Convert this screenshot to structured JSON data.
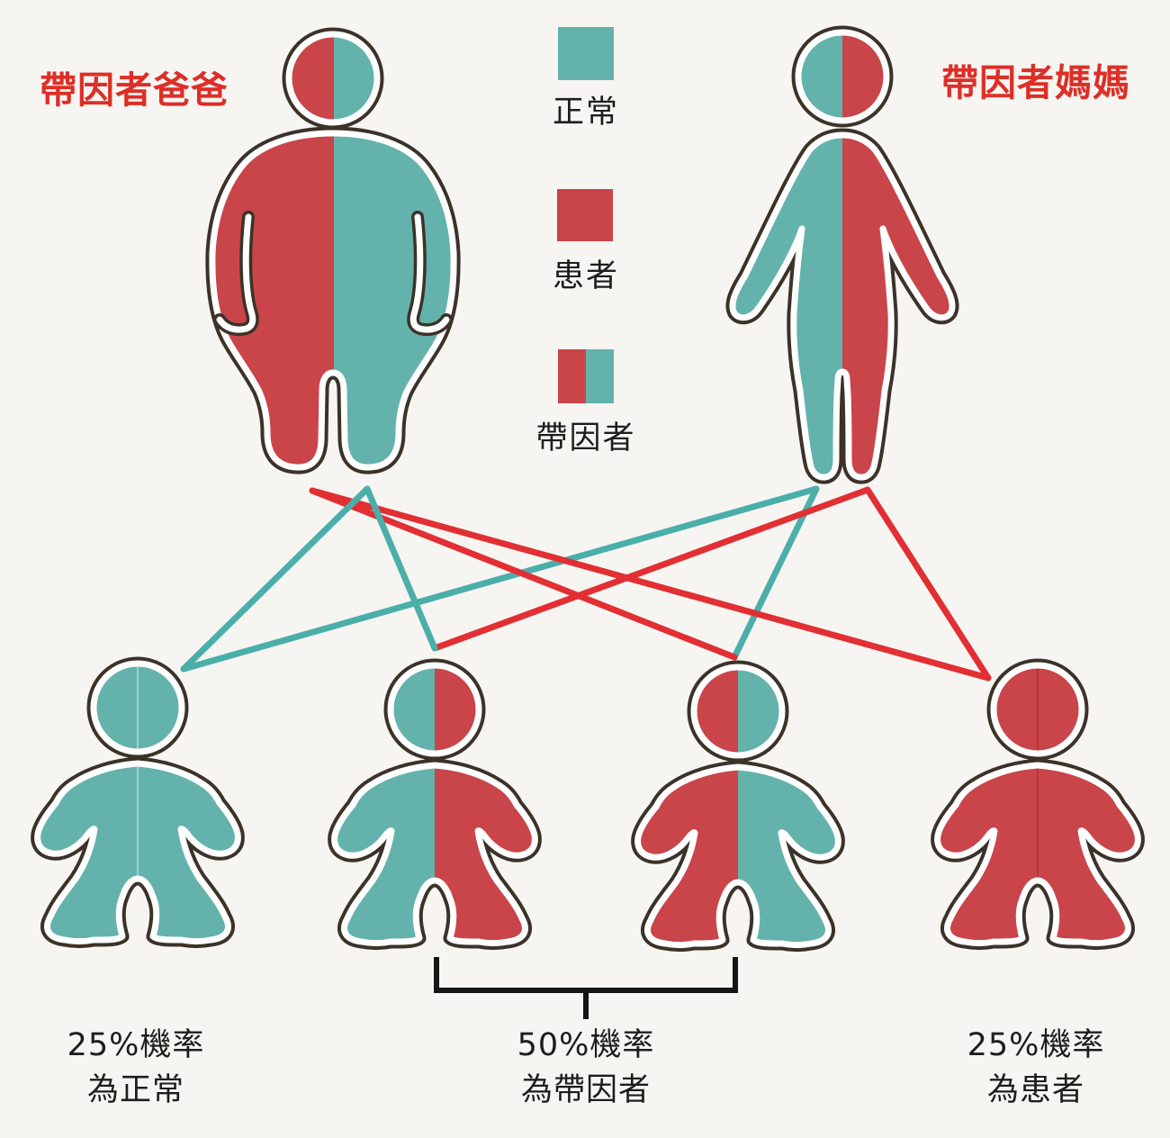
{
  "colors": {
    "background": "#f6f5f2",
    "teal": "#64b2ac",
    "red": "#c9454a",
    "outline": "#3b3228",
    "line-teal": "#4bafa9",
    "line-red": "#e22f33",
    "label-red": "#dc2f27",
    "text": "#1d1d1d",
    "bracket": "#151515"
  },
  "labels": {
    "father": "帶因者爸爸",
    "mother": "帶因者媽媽"
  },
  "legend": {
    "items": [
      {
        "swatch": "normal-teal",
        "label": "正常"
      },
      {
        "swatch": "affected-red",
        "label": "患者"
      },
      {
        "swatch": "carrier-half",
        "label": "帶因者"
      }
    ]
  },
  "parents": [
    {
      "id": "father",
      "genotype": "carrier",
      "left_half": "red",
      "right_half": "teal"
    },
    {
      "id": "mother",
      "genotype": "carrier",
      "left_half": "teal",
      "right_half": "red"
    }
  ],
  "children": [
    {
      "id": "baby-1",
      "genotype": "normal",
      "left_half": "teal",
      "right_half": "teal"
    },
    {
      "id": "baby-2",
      "genotype": "carrier",
      "left_half": "teal",
      "right_half": "red"
    },
    {
      "id": "baby-3",
      "genotype": "carrier",
      "left_half": "red",
      "right_half": "teal"
    },
    {
      "id": "baby-4",
      "genotype": "affected",
      "left_half": "red",
      "right_half": "red"
    }
  ],
  "connections": [
    {
      "from": "father",
      "allele": "normal",
      "color": "teal",
      "to": "baby-1"
    },
    {
      "from": "father",
      "allele": "normal",
      "color": "teal",
      "to": "baby-2"
    },
    {
      "from": "father",
      "allele": "disease",
      "color": "red",
      "to": "baby-3"
    },
    {
      "from": "father",
      "allele": "disease",
      "color": "red",
      "to": "baby-4"
    },
    {
      "from": "mother",
      "allele": "normal",
      "color": "teal",
      "to": "baby-1"
    },
    {
      "from": "mother",
      "allele": "normal",
      "color": "teal",
      "to": "baby-3"
    },
    {
      "from": "mother",
      "allele": "disease",
      "color": "red",
      "to": "baby-2"
    },
    {
      "from": "mother",
      "allele": "disease",
      "color": "red",
      "to": "baby-4"
    }
  ],
  "outcomes": [
    {
      "probability": "25%機率",
      "result": "為正常"
    },
    {
      "probability": "50%機率",
      "result": "為帶因者"
    },
    {
      "probability": "25%機率",
      "result": "為患者"
    }
  ]
}
